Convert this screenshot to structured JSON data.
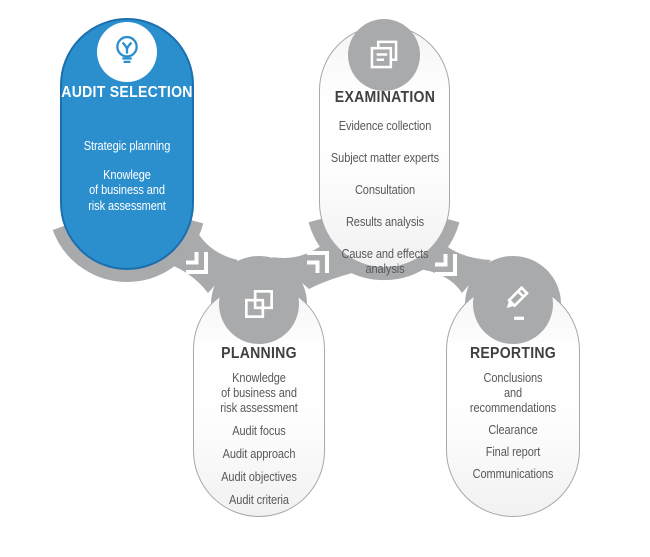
{
  "palette": {
    "blue": "#2B8FCE",
    "blue_border": "#1C6FAE",
    "gray": "#A9AAAC",
    "border_gray": "#A6A8AB",
    "title_color": "#3F4042",
    "item_color": "#58595B"
  },
  "stages": {
    "audit_selection": {
      "title": "AUDIT SELECTION",
      "icon": "lightbulb-icon",
      "items": [
        "Strategic planning",
        "Knowlege\nof business and\nrisk assessment"
      ]
    },
    "examination": {
      "title": "EXAMINATION",
      "icon": "documents-icon",
      "items": [
        "Evidence collection",
        "Subject matter experts",
        "Consultation",
        "Results analysis",
        "Cause and effects\nanalysis"
      ]
    },
    "planning": {
      "title": "PLANNING",
      "icon": "overlapping-squares-icon",
      "items": [
        "Knowledge\nof business and\nrisk assessment",
        "Audit focus",
        "Audit approach",
        "Audit objectives",
        "Audit criteria"
      ]
    },
    "reporting": {
      "title": "REPORTING",
      "icon": "pencil-icon",
      "items": [
        "Conclusions\nand\nrecommendations",
        "Clearance",
        "Final report",
        "Communications"
      ]
    }
  }
}
